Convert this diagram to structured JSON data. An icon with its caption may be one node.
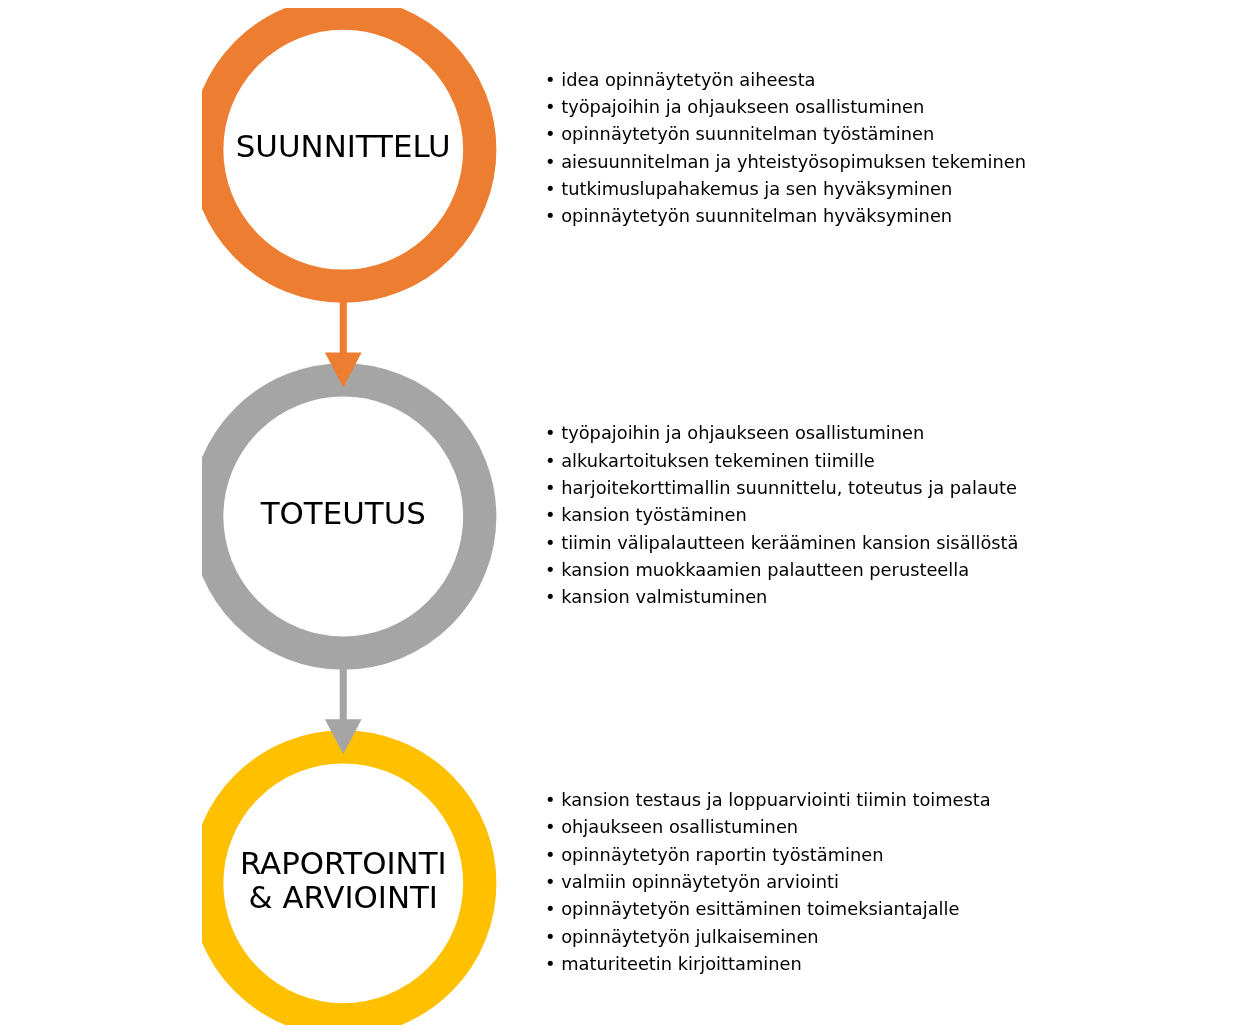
{
  "diagram": {
    "nodes": [
      {
        "text": [
          "SUUNNITTELU"
        ],
        "beside": [
          "• idea opinnäytetyön aiheesta",
          "• työpajoihin ja ohjaukseen osallistuminen",
          "• opinnäytetyön suunnitelman työstäminen",
          "• aiesuunnitelman ja yhteistyösopimuksen tekeminen",
          "• tutkimuslupahakemus ja sen hyväksyminen",
          "• opinnäytetyön suunnitelman hyväksyminen"
        ]
      },
      {
        "text": [
          "TOTEUTUS"
        ],
        "beside": [
          "• työpajoihin ja ohjaukseen osallistuminen",
          "• alkukartoituksen tekeminen tiimille",
          "• harjoitekorttimallin suunnittelu, toteutus ja palaute",
          "• kansion työstäminen",
          "• tiimin välipalautteen kerääminen kansion sisällöstä",
          "• kansion muokkaamien palautteen perusteella",
          "• kansion valmistuminen"
        ]
      },
      {
        "text": [
          "RAPORTOINTI & ARVIOINTI"
        ],
        "beside": [
          "• kansion testaus ja loppuarviointi tiimin toimesta",
          "• ohjaukseen osallistuminen",
          "• opinnäytetyön raportin työstäminen",
          "• valmiin opinnäytetyön arviointi",
          "• opinnäytetyön esittäminen toimeksiantajalle",
          "• opinnäytetyön julkaiseminen",
          "• maturiteetin kirjoittaminen"
        ]
      }
    ],
    "edges": [
      {
        "from": 0,
        "to": 1,
        "arrow": "to",
        "color": "#ed7d31"
      },
      {
        "from": 1,
        "to": 2,
        "arrow": "to",
        "color": "#a5a5a5"
      }
    ]
  }
}
